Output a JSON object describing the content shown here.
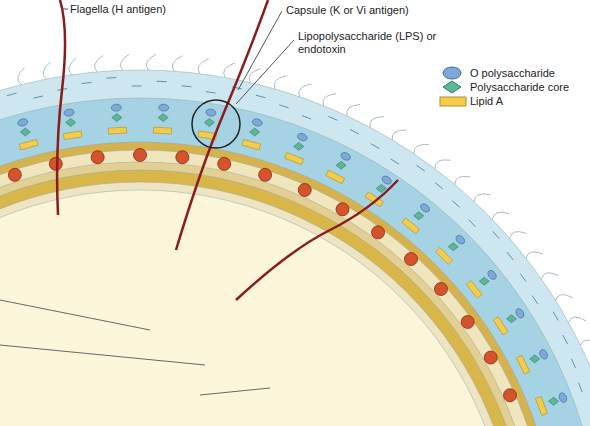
{
  "diagram": {
    "labels": [
      "Flagella (H antigen)",
      "Capsule (K or Vi antigen)",
      "Lipopolysaccharide (LPS) or endotoxin"
    ],
    "legend": [
      {
        "text": "O polysaccharide"
      },
      {
        "text": "Polysaccharide core"
      },
      {
        "text": "Lipid A"
      }
    ]
  }
}
